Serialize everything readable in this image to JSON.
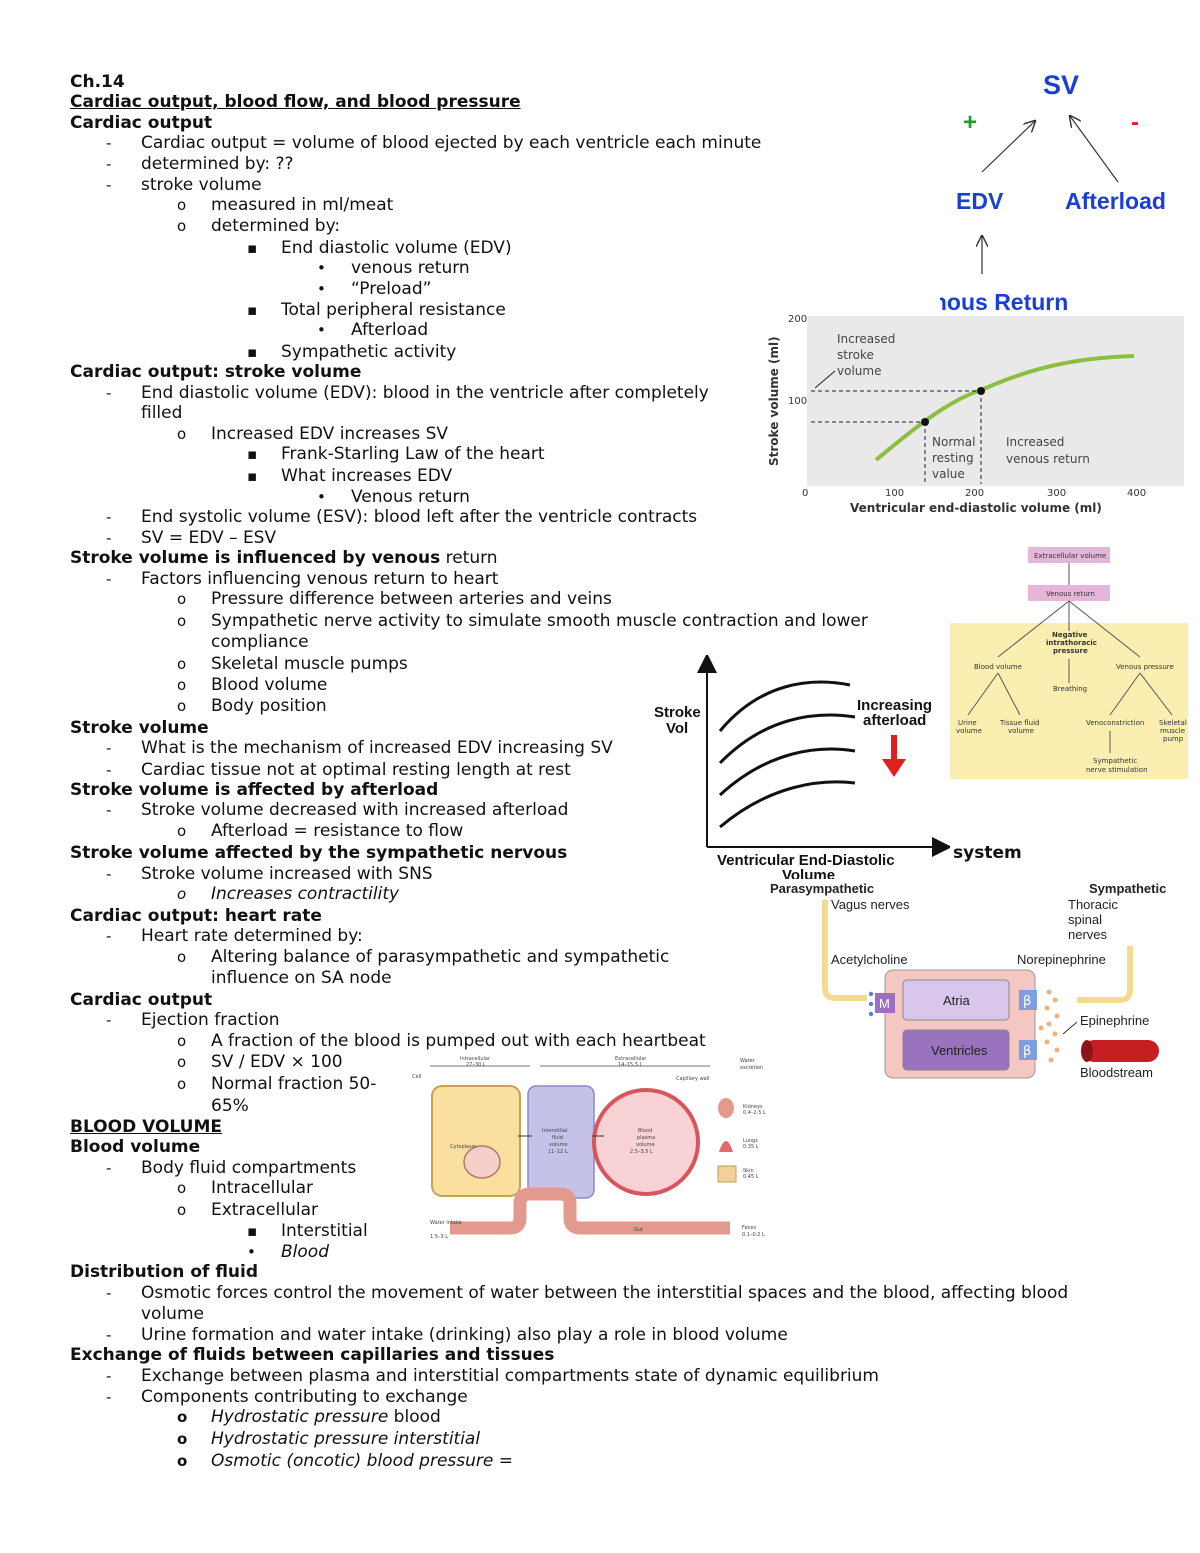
{
  "notes": {
    "l1": "Ch.14",
    "l2": "Cardiac output, blood flow, and blood pressure",
    "l3": "Cardiac output",
    "l4": "Cardiac output = volume of blood ejected by each ventricle each minute",
    "l5": "determined by: ??",
    "l6": "stroke volume",
    "l7": "measured in ml/meat",
    "l8": "determined by:",
    "l9": "End diastolic volume (EDV)",
    "l10": "venous return",
    "l11": "“Preload”",
    "l12": "Total peripheral resistance",
    "l13": "Afterload",
    "l14": "Sympathetic activity",
    "l15": "Cardiac output: stroke volume",
    "l16": "End diastolic volume (EDV): blood in the ventricle after completely",
    "l16b": "filled",
    "l17": "Increased EDV increases SV",
    "l18": "Frank-Starling Law of the heart",
    "l19": "What increases EDV",
    "l20": "Venous return",
    "l21": "End systolic volume (ESV): blood left after the ventricle contracts",
    "l22": "SV = EDV – ESV",
    "l23a": "Stroke volume is influenced by venous",
    "l23b": " return",
    "l24": "Factors influencing venous return to heart",
    "l25": "Pressure difference between arteries and veins",
    "l26": "Sympathetic nerve activity to simulate smooth muscle contraction and lower",
    "l26b": "compliance",
    "l27": "Skeletal muscle pumps",
    "l28": "Blood volume",
    "l29": "Body position",
    "l30": "Stroke volume",
    "l31": "What is the mechanism of increased EDV increasing SV",
    "l32": "Cardiac tissue not at optimal resting length at rest",
    "l33": "Stroke volume is affected by afterload",
    "l34": "Stroke volume decreased with increased afterload",
    "l35": "Afterload = resistance to flow",
    "l36a": "Stroke volume affected by the sympathetic nervous",
    "l36b": "system",
    "l37": "Stroke volume increased with SNS",
    "l38": "Increases contractility",
    "l39": "Cardiac output: heart rate",
    "l40": "Heart rate determined by:",
    "l41": "Altering balance of parasympathetic and sympathetic",
    "l41b": "influence on SA node",
    "l42": "Cardiac output",
    "l43": "Ejection fraction",
    "l44": "A fraction of the blood is pumped out with each heartbeat",
    "l45": "SV / EDV × 100",
    "l46": "Normal fraction 50-",
    "l46b": "65%",
    "l47": "BLOOD VOLUME",
    "l48": "Blood volume",
    "l49": "Body fluid compartments",
    "l50": "Intracellular",
    "l51": "Extracellular",
    "l52": "Interstitial",
    "l53": "Blood",
    "l54": "Distribution of fluid",
    "l55": "Osmotic forces control the movement of water between the interstitial spaces and the blood, affecting blood",
    "l55b": "volume",
    "l56": "Urine formation and water intake (drinking) also play a role in blood volume",
    "l57": "Exchange of fluids between capillaries and tissues",
    "l58": "Exchange between plasma and interstitial compartments state of dynamic equilibrium",
    "l59": "Components contributing to exchange",
    "l60": "Hydrostatic pressure",
    "l60b": " blood",
    "l61": "Hydrostatic pressure interstitial",
    "l62": "Osmotic (oncotic) blood pressure ="
  },
  "bullets": {
    "dash": "-",
    "o": "o",
    "sq": "▪",
    "dot": "•"
  },
  "sv_diagram": {
    "sv": "SV",
    "plus": "+",
    "minus": "-",
    "edv": "EDV",
    "afterload": "Afterload",
    "venous": "Venous Return",
    "colors": {
      "blue": "#1a3fd6",
      "plus": "#1e9e2e",
      "minus": "#e0201b"
    }
  },
  "frank_chart": {
    "ytick200": "200",
    "ytick100": "100",
    "xt0": "0",
    "xt100": "100",
    "xt200": "200",
    "xt300": "300",
    "xt400": "400",
    "ylabel": "Stroke volume (ml)",
    "xlabel": "Ventricular end-diastolic volume (ml)",
    "ann1a": "Increased",
    "ann1b": "stroke",
    "ann1c": "volume",
    "ann2a": "Normal",
    "ann2b": "resting",
    "ann2c": "value",
    "ann3a": "Increased",
    "ann3b": "venous return",
    "curve_color": "#8cbf3f",
    "bg": "#e9e9ea"
  },
  "flow_diagram": {
    "n1": "Extracellular volume",
    "n2": "Venous return",
    "n3a": "Negative",
    "n3b": "intrathoracic",
    "n3c": "pressure",
    "n4": "Blood volume",
    "n5": "Venous pressure",
    "n6": "Breathing",
    "n7a": "Urine",
    "n7b": "volume",
    "n8a": "Tissue fluid",
    "n8b": "volume",
    "n9": "Venoconstriction",
    "n10a": "Skeletal",
    "n10b": "muscle",
    "n10c": "pump",
    "n11a": "Sympathetic",
    "n11b": "nerve stimulation",
    "bg": "#fbeeb1",
    "box": "#e4b6da"
  },
  "afterload_chart": {
    "ylabel1": "Stroke",
    "ylabel2": "Vol",
    "ann1": "Increasing",
    "ann2": "afterload",
    "xlabel1": "Ventricular End-Diastolic",
    "xlabel2": "Volume",
    "arrow_color": "#e0201b"
  },
  "autonomic": {
    "para": "Parasympathetic",
    "vagus": "Vagus nerves",
    "symp": "Sympathetic",
    "thor1": "Thoracic",
    "thor2": "spinal",
    "thor3": "nerves",
    "ach": "Acetylcholine",
    "ne": "Norepinephrine",
    "epi": "Epinephrine",
    "atria": "Atria",
    "vent": "Ventricles",
    "m": "M",
    "beta": "β",
    "blood": "Bloodstream"
  },
  "compartments": {
    "t1a": "Intracellular",
    "t1b": "27–30 L",
    "t2a": "Extracellular",
    "t2b": "14–15.5 L",
    "t3": "Cell",
    "t4": "Capillary wall",
    "t5a": "Water",
    "t5b": "excretion",
    "t6": "Cytoplasm",
    "t7a": "Interstitial",
    "t7b": "fluid",
    "t7c": "volume",
    "t7d": "11–12 L",
    "t8a": "Blood",
    "t8b": "plasma",
    "t8c": "volume",
    "t8d": "2.5–3.5 L",
    "t9a": "Kidneys",
    "t9b": "0.4–2.5 L",
    "t10a": "Lungs",
    "t10b": "0.35 L",
    "t11a": "Skin",
    "t11b": "0.45 L",
    "t12": "Gut",
    "t13a": "Water intake",
    "t13b": "1.5–3 L",
    "t14a": "Feces",
    "t14b": "0.1–0.2 L"
  }
}
